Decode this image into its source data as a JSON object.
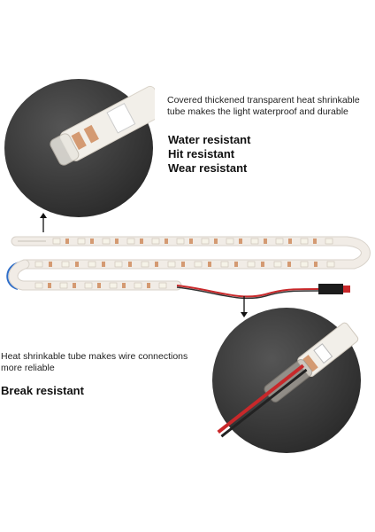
{
  "top_feature": {
    "caption_line1": "Covered thickened transparent heat shrinkable",
    "caption_line2": "tube makes the light waterproof and durable",
    "features": [
      "Water resistant",
      "Hit resistant",
      "Wear resistant"
    ]
  },
  "bottom_feature": {
    "caption_line1": "Heat shrinkable tube makes wire connections",
    "caption_line2": "more reliable",
    "feature": "Break resistant"
  },
  "colors": {
    "circle_bg": "#3a3a3a",
    "strip_base": "#f1ece6",
    "copper_pad": "#d49a72",
    "led_chip": "#f6f3e8",
    "wire_red": "#c8282a",
    "wire_blue": "#2f6ec9",
    "connector": "#1c1c1c"
  }
}
